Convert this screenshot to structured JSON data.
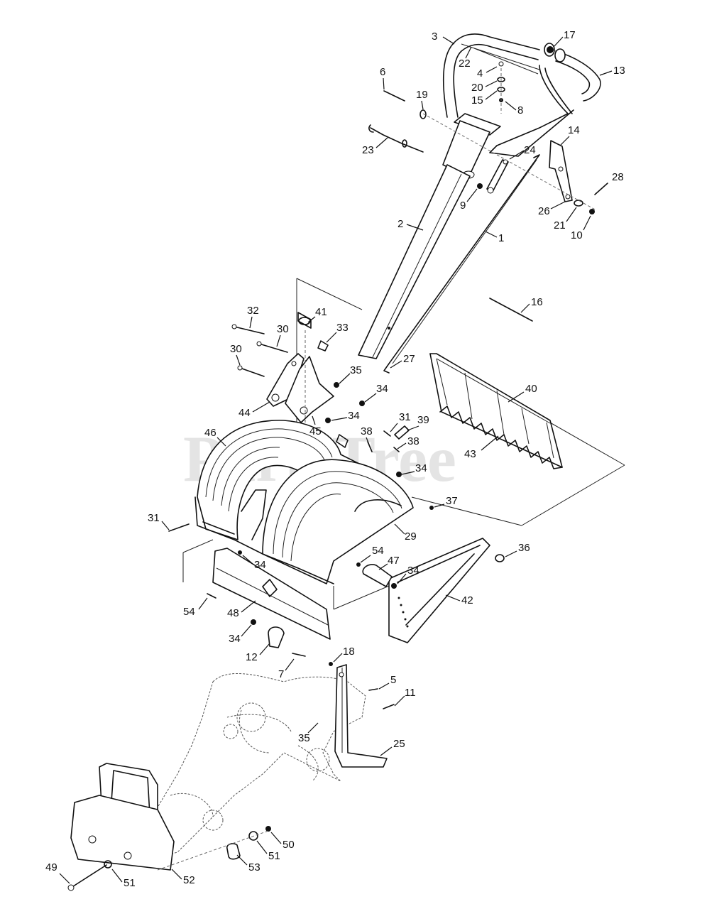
{
  "watermark": "PartsTree",
  "callouts": {
    "c1": "1",
    "c2": "2",
    "c3": "3",
    "c4": "4",
    "c5": "5",
    "c6": "6",
    "c7": "7",
    "c8": "8",
    "c9": "9",
    "c10": "10",
    "c11": "11",
    "c12": "12",
    "c13": "13",
    "c14": "14",
    "c15": "15",
    "c16": "16",
    "c17": "17",
    "c18": "18",
    "c19": "19",
    "c20": "20",
    "c21": "21",
    "c22": "22",
    "c23": "23",
    "c24": "24",
    "c25": "25",
    "c26": "26",
    "c27": "27",
    "c28": "28",
    "c29": "29",
    "c30a": "30",
    "c30b": "30",
    "c31a": "31",
    "c31b": "31",
    "c32": "32",
    "c33": "33",
    "c34a": "34",
    "c34b": "34",
    "c34c": "34",
    "c34d": "34",
    "c34e": "34",
    "c34f": "34",
    "c35a": "35",
    "c35b": "35",
    "c36": "36",
    "c37": "37",
    "c38a": "38",
    "c38b": "38",
    "c39": "39",
    "c40": "40",
    "c41": "41",
    "c42": "42",
    "c43": "43",
    "c44": "44",
    "c45": "45",
    "c46": "46",
    "c47": "47",
    "c48": "48",
    "c49": "49",
    "c50": "50",
    "c51a": "51",
    "c51b": "51",
    "c52": "52",
    "c53": "53",
    "c54a": "54",
    "c54b": "54"
  }
}
